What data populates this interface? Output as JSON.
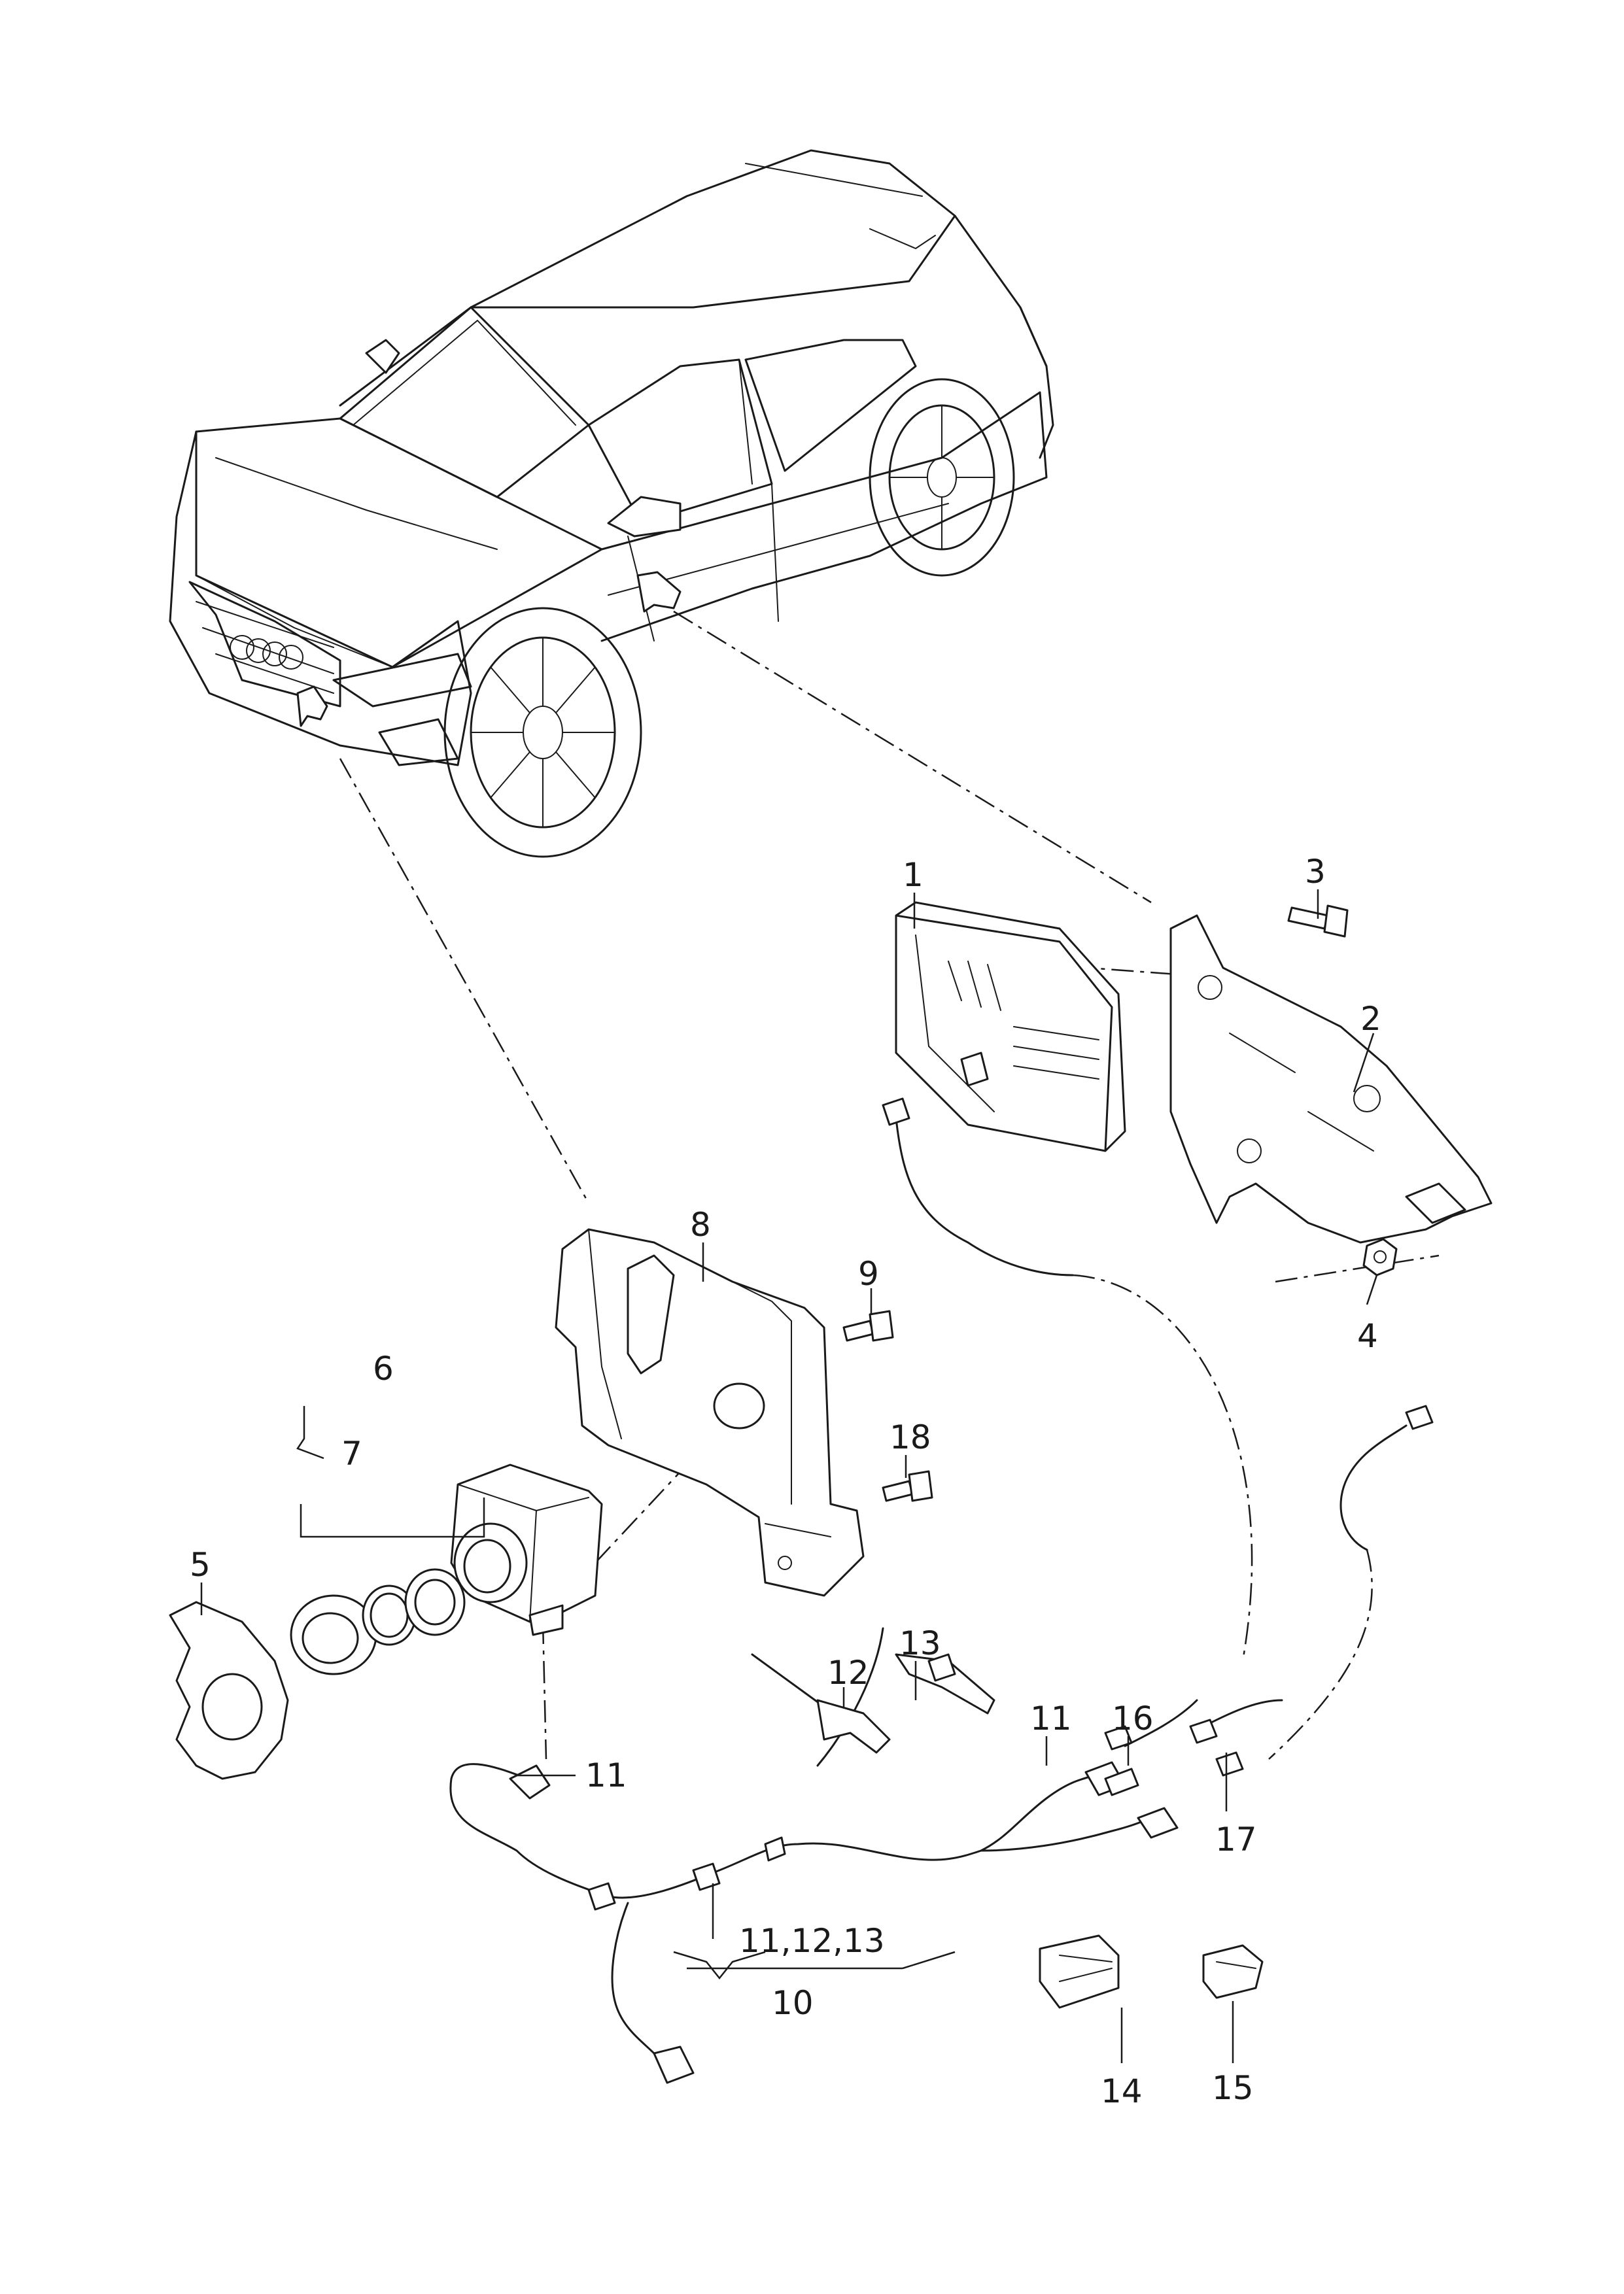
{
  "callouts": {
    "c1": "1",
    "c2": "2",
    "c3": "3",
    "c4": "4",
    "c5": "5",
    "c6": "6",
    "c7": "7",
    "c8": "8",
    "c9": "9",
    "c10": "10",
    "c11a": "11",
    "c11b": "11",
    "c11group": "11,12,13",
    "c12": "12",
    "c13": "13",
    "c14": "14",
    "c15": "15",
    "c16": "16",
    "c17": "17",
    "c18": "18"
  }
}
